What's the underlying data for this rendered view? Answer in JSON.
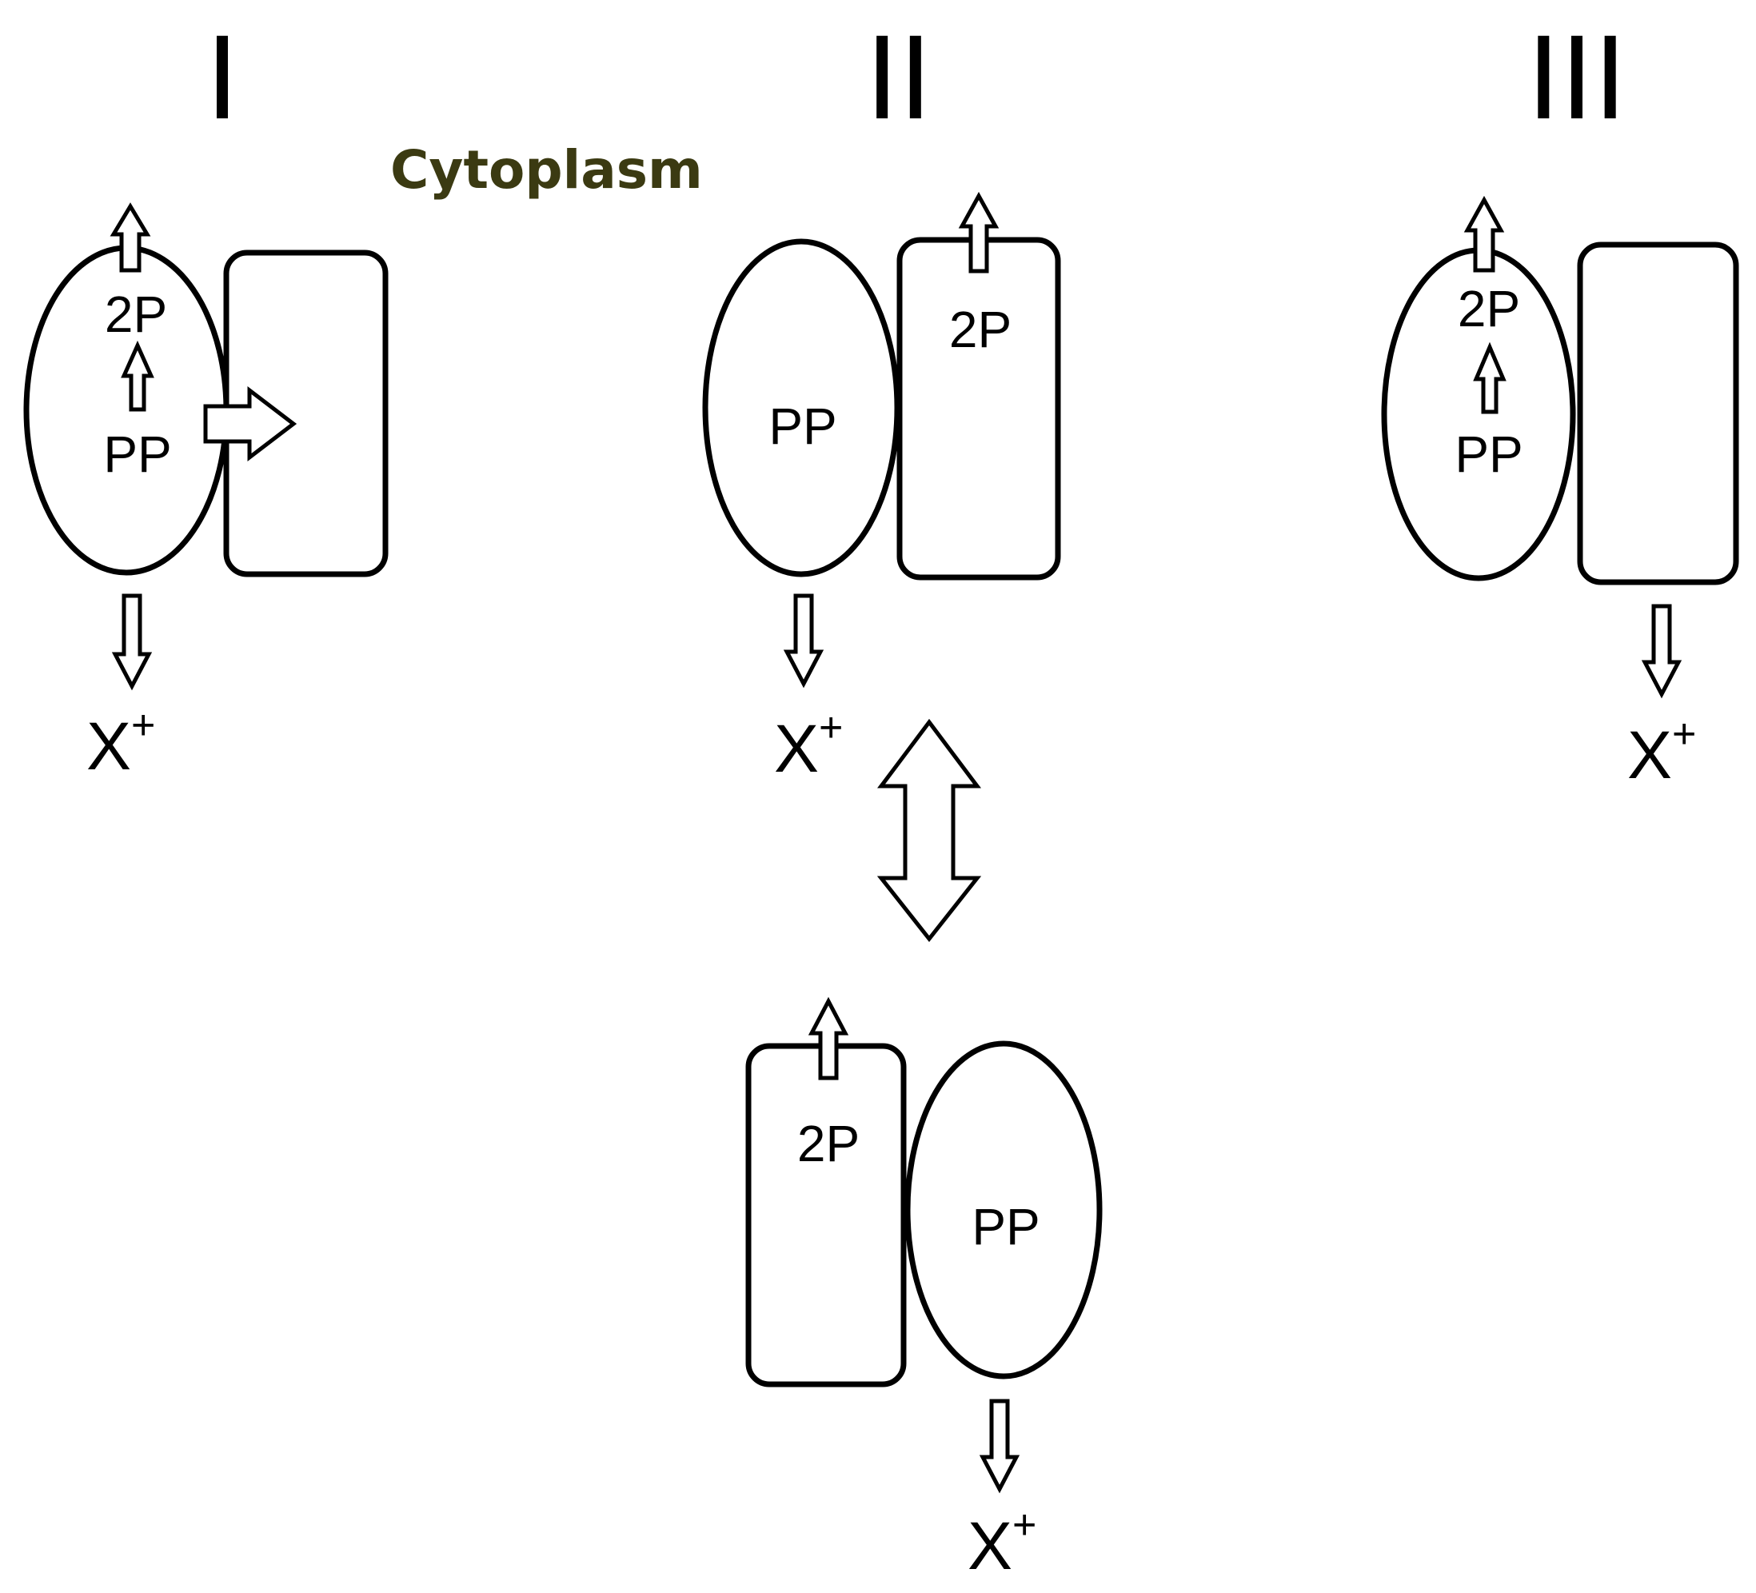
{
  "panels": {
    "one": {
      "numeral": "I",
      "upper_label": "2P",
      "lower_label": "PP",
      "ion": "X",
      "ion_charge": "+"
    },
    "two": {
      "numeral": "II",
      "ellipse_label": "PP",
      "rect_label": "2P",
      "ion": "X",
      "ion_charge": "+"
    },
    "two_flipped": {
      "ellipse_label": "PP",
      "rect_label": "2P",
      "ion": "X",
      "ion_charge": "+"
    },
    "three": {
      "numeral": "III",
      "upper_label": "2P",
      "lower_label": "PP",
      "ion": "X",
      "ion_charge": "+"
    }
  },
  "region_label": "Cytoplasm",
  "colors": {
    "region_label": "#3b3a12",
    "stroke": "#000000",
    "fill": "#ffffff"
  }
}
